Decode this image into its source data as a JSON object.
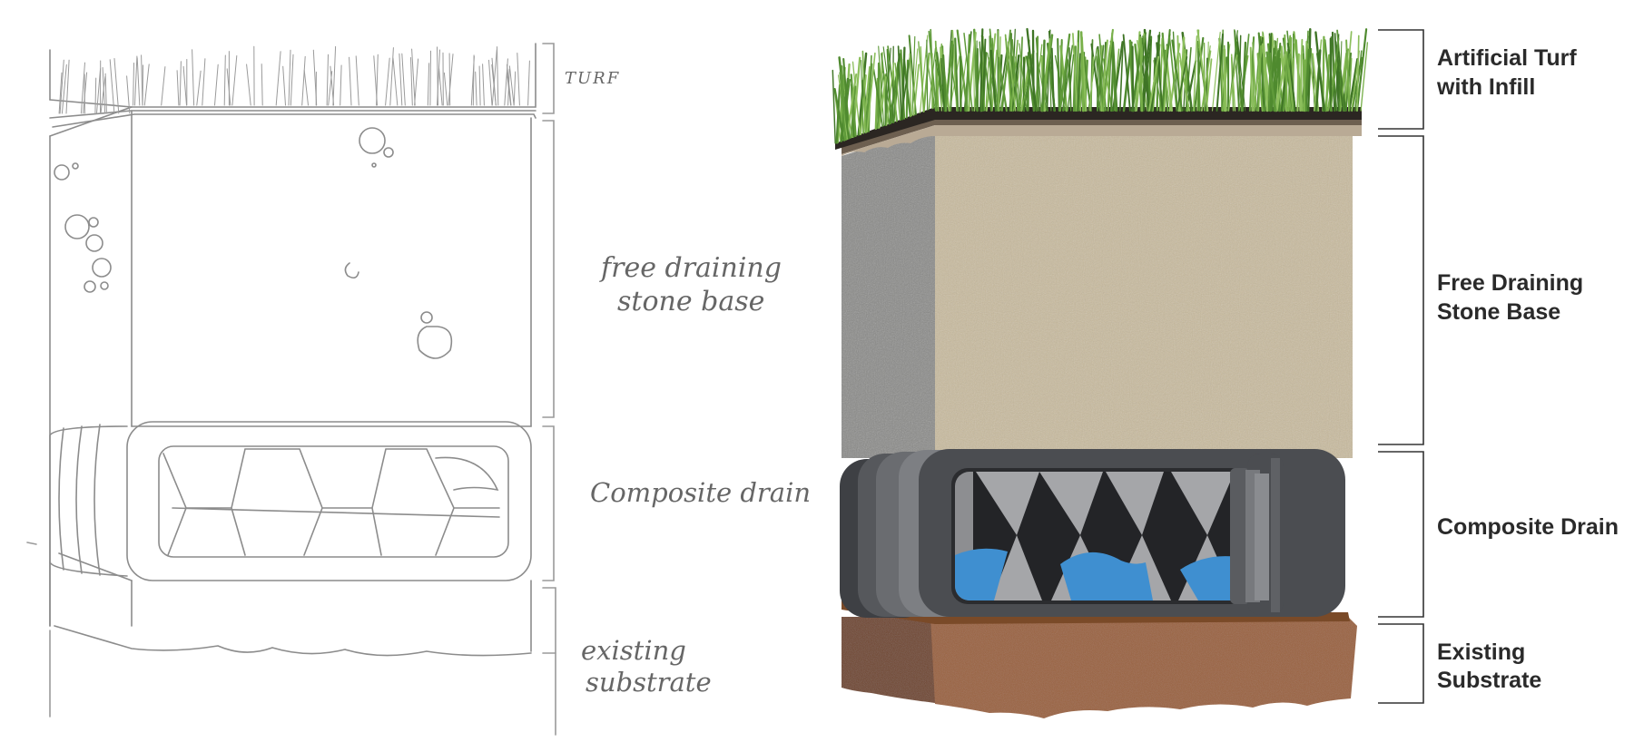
{
  "sketch": {
    "labels": {
      "turf": "TURF",
      "stone_line1": "free draining",
      "stone_line2": "stone base",
      "drain": "Composite drain",
      "substrate_line1": "existing",
      "substrate_line2": "substrate"
    }
  },
  "final": {
    "labels": {
      "turf_line1": "Artificial Turf",
      "turf_line2": "with Infill",
      "stone_line1": "Free Draining",
      "stone_line2": "Stone Base",
      "drain": "Composite Drain",
      "substrate_line1": "Existing",
      "substrate_line2": "Substrate"
    }
  },
  "colors": {
    "grass": "#5f9a3a",
    "infill": "#2b2622",
    "stone_front": "#c9bb9e",
    "stone_side": "#8a8a88",
    "drain_dark": "#4b4d51",
    "drain_light": "#a5a6a9",
    "water": "#3f8fd0",
    "soil_front": "#9a5e34",
    "soil_side": "#6e3f20"
  },
  "icons": [
    "grass-blades-icon",
    "water-wave-icon",
    "stone-texture-icon"
  ]
}
